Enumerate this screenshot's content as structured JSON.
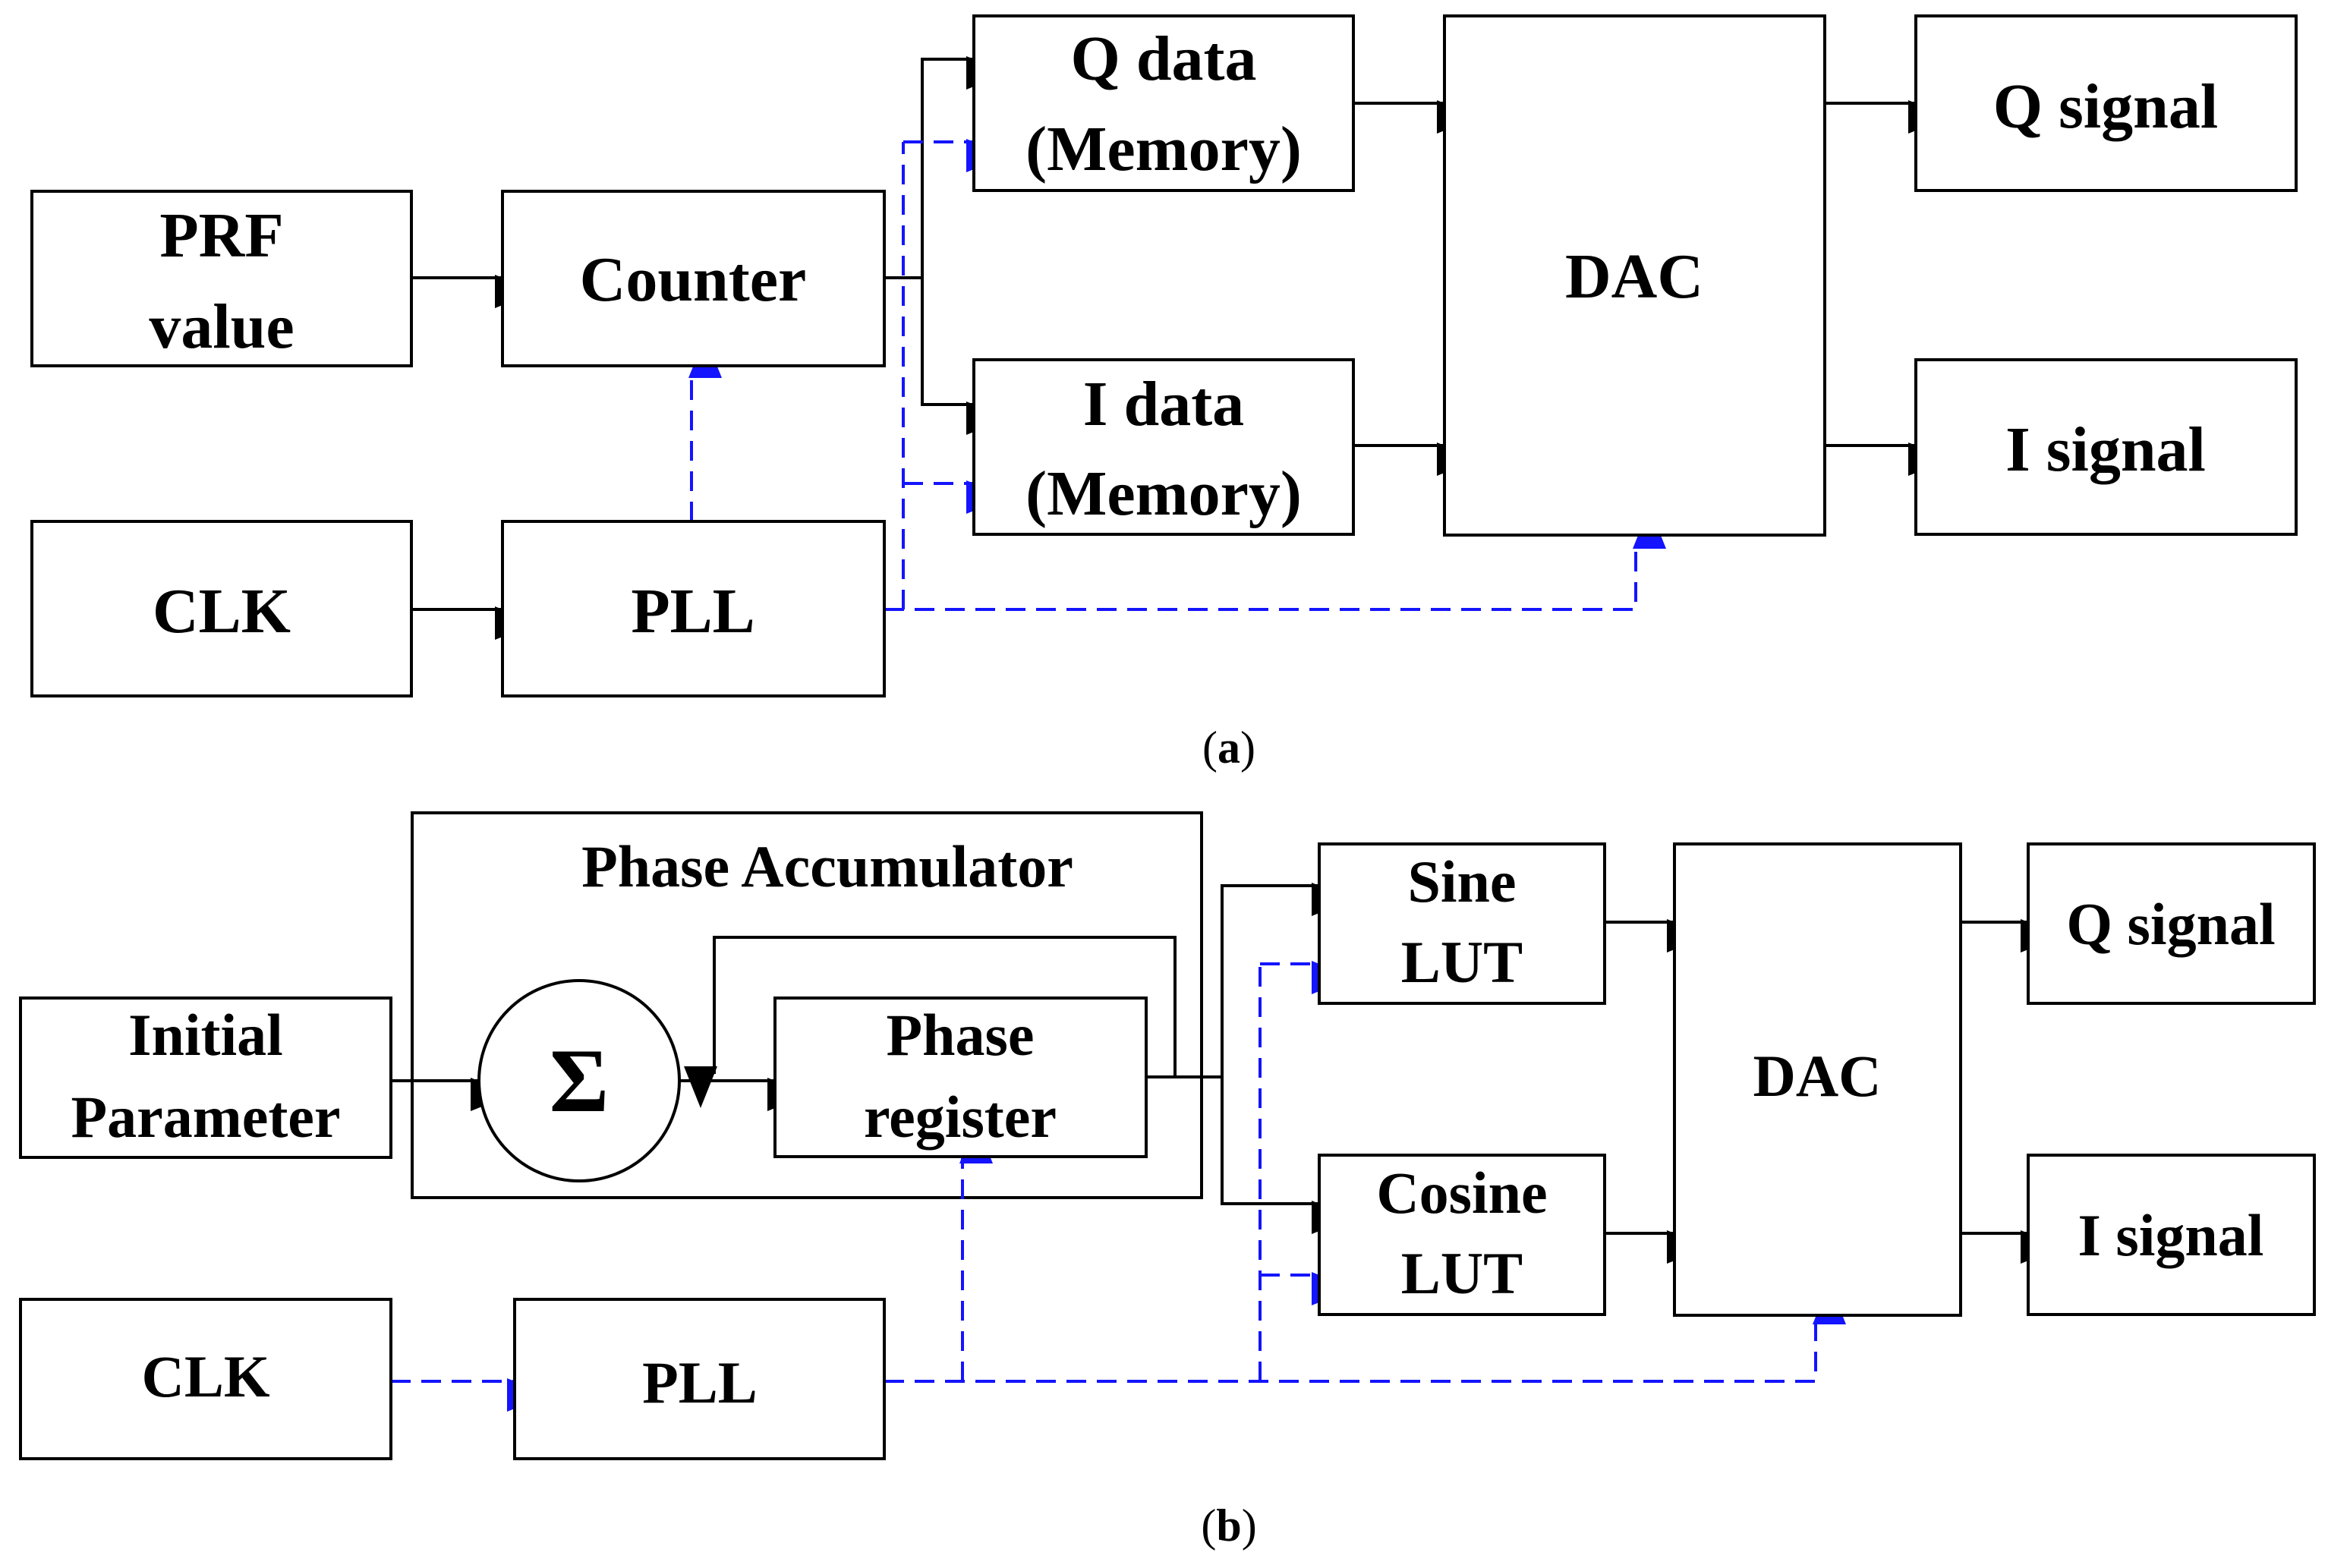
{
  "diagram_a": {
    "caption": "a",
    "prf_line1": "PRF",
    "prf_line2": "value",
    "counter": "Counter",
    "clk": "CLK",
    "pll": "PLL",
    "q_data_line1": "Q data",
    "q_data_line2": "(Memory)",
    "i_data_line1": "I data",
    "i_data_line2": "(Memory)",
    "dac": "DAC",
    "q_signal": "Q signal",
    "i_signal": "I signal"
  },
  "diagram_b": {
    "caption": "b",
    "initial_line1": "Initial",
    "initial_line2": "Parameter",
    "phase_accumulator": "Phase Accumulator",
    "sigma": "Σ",
    "phase_reg_line1": "Phase",
    "phase_reg_line2": "register",
    "sine_line1": "Sine",
    "sine_line2": "LUT",
    "cosine_line1": "Cosine",
    "cosine_line2": "LUT",
    "dac": "DAC",
    "q_signal": "Q signal",
    "i_signal": "I signal",
    "clk": "CLK",
    "pll": "PLL"
  },
  "colors": {
    "clock_line": "#1414ff",
    "data_line": "#000000"
  }
}
